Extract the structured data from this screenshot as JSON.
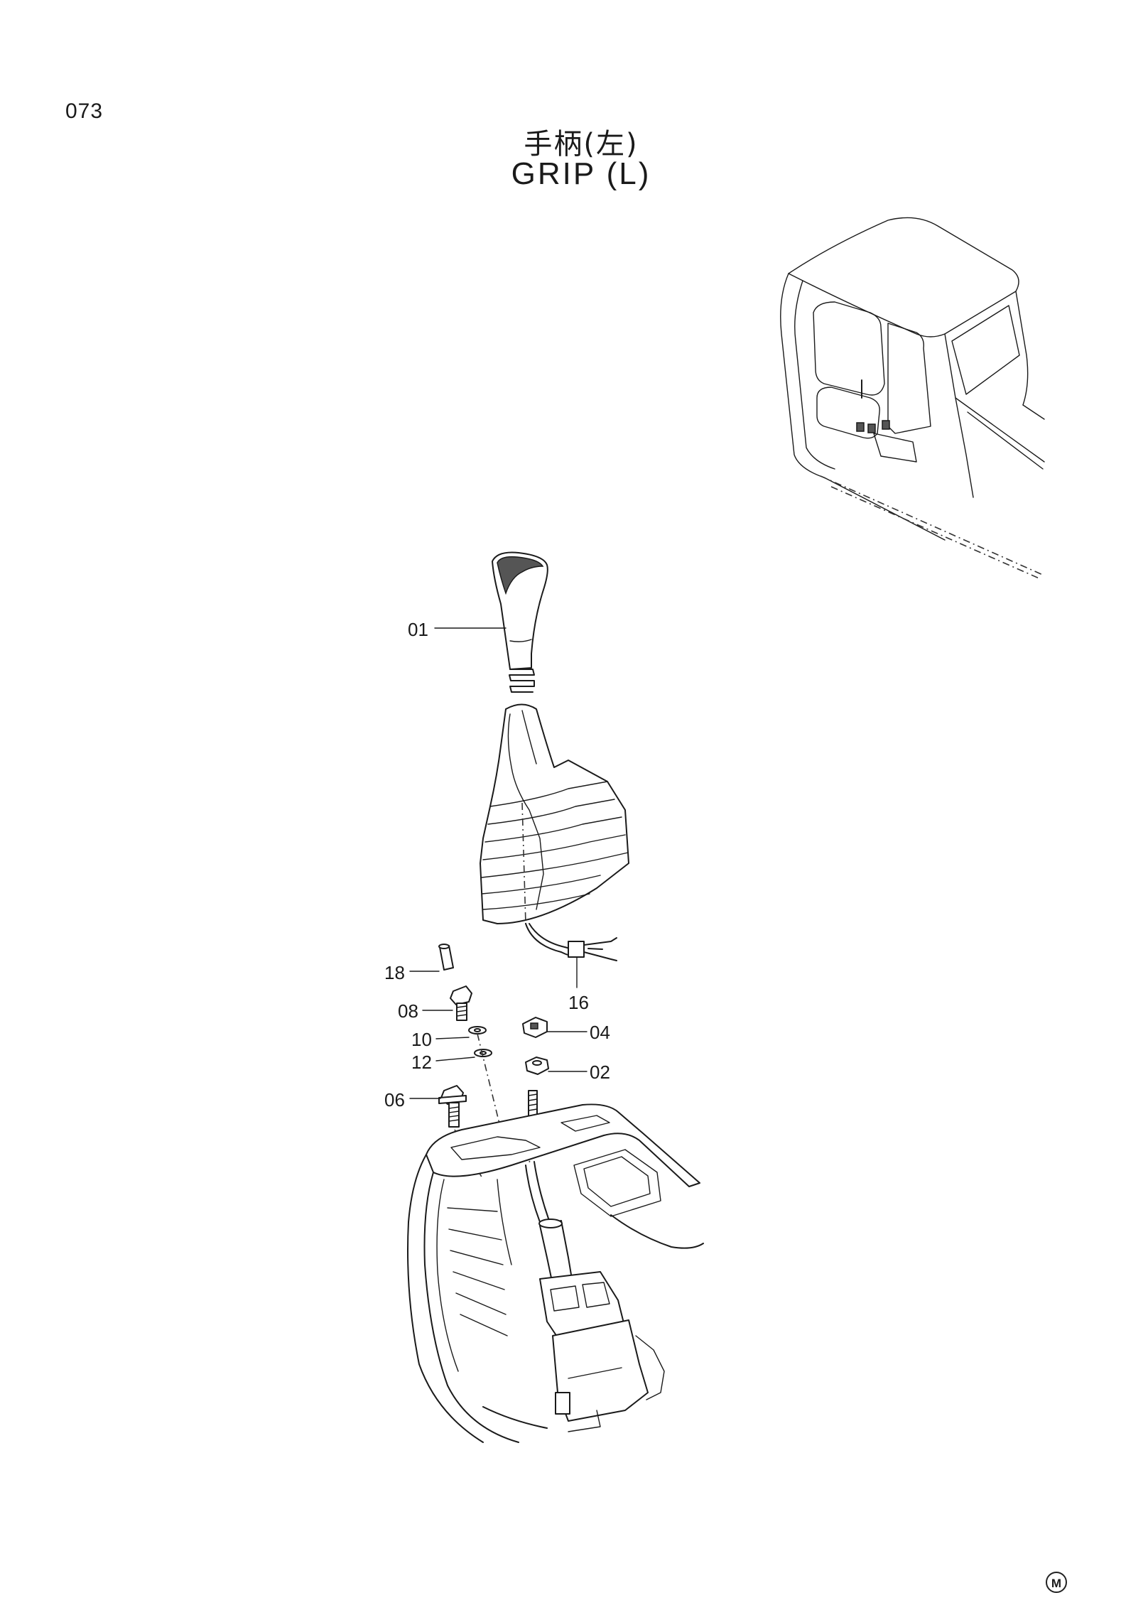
{
  "page": {
    "number": "073",
    "title_cn": "手柄(左)",
    "title_en": "GRIP (L)"
  },
  "callouts": [
    {
      "id": "01"
    },
    {
      "id": "16"
    },
    {
      "id": "18"
    },
    {
      "id": "08"
    },
    {
      "id": "10"
    },
    {
      "id": "12"
    },
    {
      "id": "06"
    },
    {
      "id": "04"
    },
    {
      "id": "02"
    }
  ],
  "footer": {
    "mark": "M"
  }
}
